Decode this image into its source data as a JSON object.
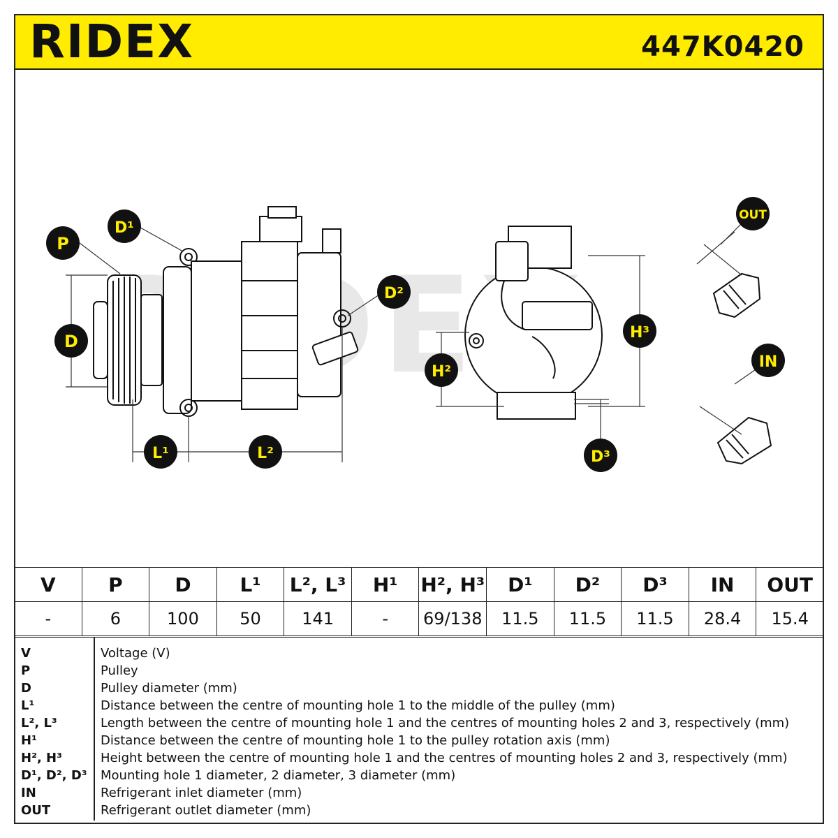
{
  "header": {
    "brand": "RIDEX",
    "part_number": "447K0420",
    "brand_color": "#ffec00"
  },
  "callouts": {
    "p": "P",
    "d": "D",
    "d1": "D¹",
    "d2": "D²",
    "d3": "D³",
    "l1": "L¹",
    "l2": "L²",
    "h2": "H²",
    "h3": "H³",
    "out": "OUT",
    "in": "IN"
  },
  "watermark": "RIDEX",
  "specs": {
    "headers": [
      "V",
      "P",
      "D",
      "L¹",
      "L², L³",
      "H¹",
      "H², H³",
      "D¹",
      "D²",
      "D³",
      "IN",
      "OUT"
    ],
    "values": [
      "-",
      "6",
      "100",
      "50",
      "141",
      "-",
      "69/138",
      "11.5",
      "11.5",
      "11.5",
      "28.4",
      "15.4"
    ]
  },
  "legend": [
    {
      "key": "V",
      "desc": "Voltage (V)"
    },
    {
      "key": "P",
      "desc": "Pulley"
    },
    {
      "key": "D",
      "desc": "Pulley diameter (mm)"
    },
    {
      "key": "L¹",
      "desc": "Distance between the centre of mounting hole 1 to the middle of the pulley (mm)"
    },
    {
      "key": "L², L³",
      "desc": "Length between the centre of mounting hole 1 and the centres of mounting holes 2 and 3, respectively (mm)"
    },
    {
      "key": "H¹",
      "desc": "Distance between the centre of mounting hole 1 to the pulley rotation axis (mm)"
    },
    {
      "key": "H², H³",
      "desc": "Height between the centre of mounting hole 1 and the centres of mounting holes 2 and 3, respectively (mm)"
    },
    {
      "key": "D¹, D², D³",
      "desc": "Mounting hole 1 diameter, 2 diameter, 3 diameter (mm)"
    },
    {
      "key": "IN",
      "desc": "Refrigerant inlet diameter (mm)"
    },
    {
      "key": "OUT",
      "desc": "Refrigerant outlet diameter (mm)"
    }
  ]
}
